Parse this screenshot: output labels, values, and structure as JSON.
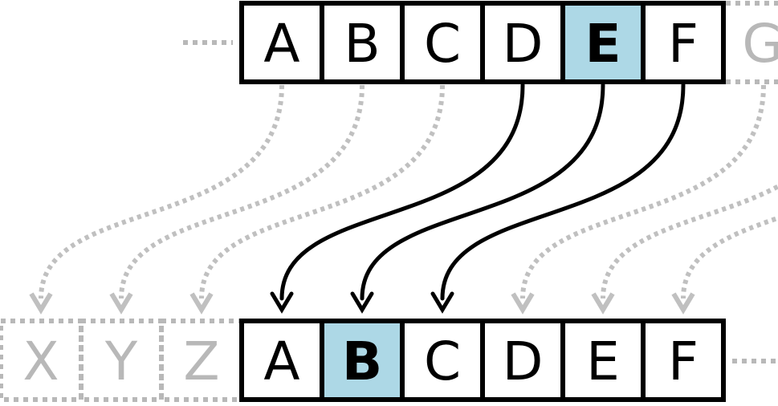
{
  "top_row": {
    "cells": [
      {
        "letter": "A",
        "highlighted": false
      },
      {
        "letter": "B",
        "highlighted": false
      },
      {
        "letter": "C",
        "highlighted": false
      },
      {
        "letter": "D",
        "highlighted": false
      },
      {
        "letter": "E",
        "highlighted": true
      },
      {
        "letter": "F",
        "highlighted": false
      }
    ],
    "ghost_right": "G"
  },
  "bottom_row": {
    "ghost_left": [
      "X",
      "Y",
      "Z"
    ],
    "cells": [
      {
        "letter": "A",
        "highlighted": false
      },
      {
        "letter": "B",
        "highlighted": true
      },
      {
        "letter": "C",
        "highlighted": false
      },
      {
        "letter": "D",
        "highlighted": false
      },
      {
        "letter": "E",
        "highlighted": false
      },
      {
        "letter": "F",
        "highlighted": false
      }
    ]
  },
  "colors": {
    "highlight": "#add8e6",
    "border": "#000000",
    "ghost": "#b8b8b8",
    "arrow": "#000000",
    "ghost_arrow": "#c0c0c0"
  }
}
